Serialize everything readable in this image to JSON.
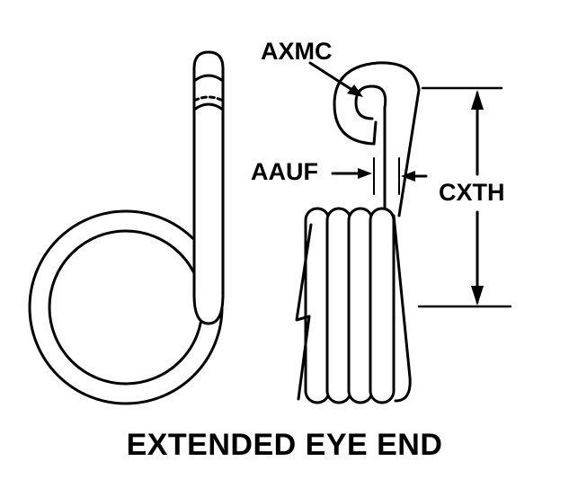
{
  "labels": {
    "axmc": "AXMC",
    "aauf": "AAUF",
    "cxth": "CXTH"
  },
  "title": "EXTENDED EYE END",
  "colors": {
    "stroke": "#000000",
    "background": "#ffffff"
  }
}
